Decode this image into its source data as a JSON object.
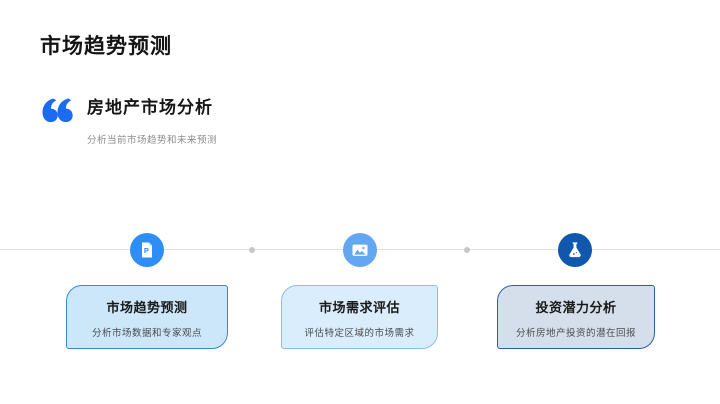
{
  "page": {
    "title": "市场趋势预测"
  },
  "quote": {
    "icon": "double-quote-icon",
    "heading": "房地产市场分析",
    "subheading": "分析当前市场趋势和未来预测"
  },
  "timeline": {
    "items": [
      {
        "icon": "document-p-icon",
        "icon_letter": "P",
        "title": "市场趋势预测",
        "description": "分析市场数据和专家观点",
        "circle_color": "#2f8df7",
        "card_bg": "#cde7fa",
        "card_border": "#3a86dc"
      },
      {
        "icon": "image-icon",
        "title": "市场需求评估",
        "description": "评估特定区域的市场需求",
        "circle_color": "#63a7f1",
        "card_bg": "#d9edfc",
        "card_border": "#8abded"
      },
      {
        "icon": "flask-icon",
        "title": "投资潜力分析",
        "description": "分析房地产投资的潜在回报",
        "circle_color": "#1057ae",
        "card_bg": "#d5dfeb",
        "card_border": "#2d5f9f"
      }
    ]
  },
  "colors": {
    "accent_blue": "#1a6df3",
    "timeline_line": "#e0e0e0",
    "timeline_dot": "#c6c6c6",
    "title_text": "#141414",
    "subtitle_text": "#8c8c8c",
    "background": "#ffffff"
  }
}
